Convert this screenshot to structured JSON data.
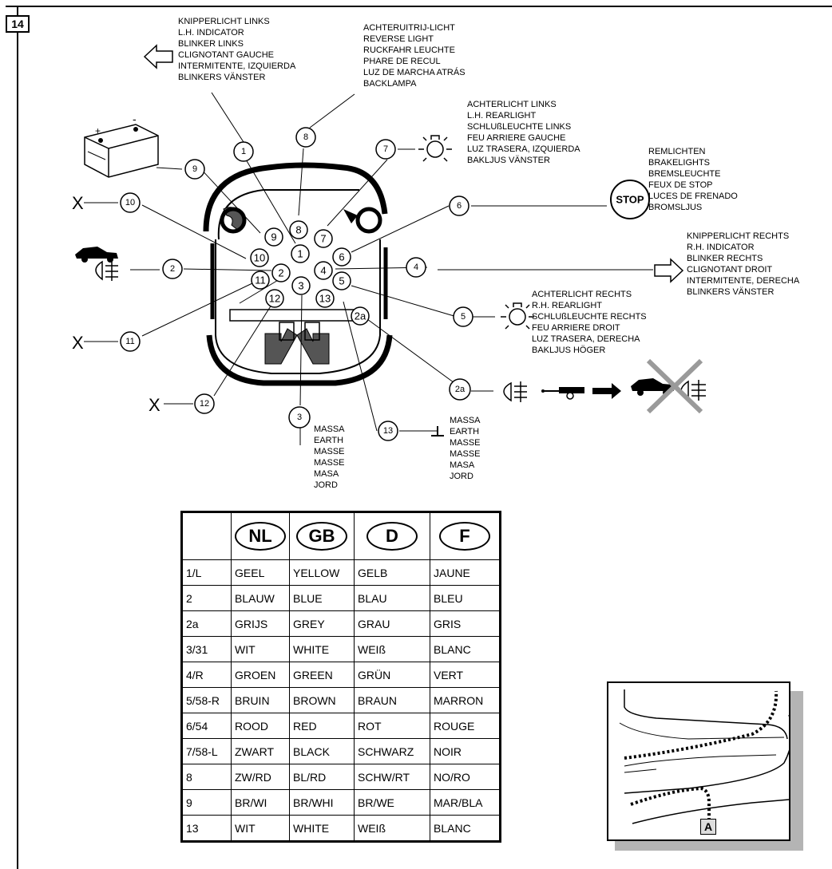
{
  "step_number": "14",
  "labels": {
    "left_indicator": [
      "KNIPPERLICHT LINKS",
      "L.H. INDICATOR",
      "BLINKER LINKS",
      "CLIGNOTANT GAUCHE",
      "INTERMITENTE, IZQUIERDA",
      "BLINKERS VÄNSTER"
    ],
    "reverse_light": [
      "ACHTERUITRIJ-LICHT",
      "REVERSE LIGHT",
      "RUCKFAHR LEUCHTE",
      "PHARE DE RECUL",
      "LUZ DE MARCHA ATRÁS",
      "BACKLAMPA"
    ],
    "left_rearlight": [
      "ACHTERLICHT LINKS",
      "L.H. REARLIGHT",
      "SCHLUßLEUCHTE LINKS",
      "FEU ARRIERE GAUCHE",
      "LUZ TRASERA, IZQUIERDA",
      "BAKLJUS VÄNSTER"
    ],
    "brakelights": [
      "REMLICHTEN",
      "BRAKELIGHTS",
      "BREMSLEUCHTE",
      "FEUX DE STOP",
      "LUCES DE FRENADO",
      "BROMSLJUS"
    ],
    "right_indicator": [
      "KNIPPERLICHT RECHTS",
      "R.H. INDICATOR",
      "BLINKER RECHTS",
      "CLIGNOTANT DROIT",
      "INTERMITENTE, DERECHA",
      "BLINKERS VÄNSTER"
    ],
    "right_rearlight": [
      "ACHTERLICHT RECHTS",
      "R.H. REARLIGHT",
      "SCHLUßLEUCHTE RECHTS",
      "FEU ARRIERE DROIT",
      "LUZ TRASERA, DERECHA",
      "BAKLJUS HÖGER"
    ],
    "earth_3": [
      "MASSA",
      "EARTH",
      "MASSE",
      "MASSE",
      "MASA",
      "JORD"
    ],
    "earth_13": [
      "MASSA",
      "EARTH",
      "MASSE",
      "MASSE",
      "MASA",
      "JORD"
    ]
  },
  "stop_sign": "STOP",
  "x_mark": "X",
  "pins": [
    "1",
    "2",
    "2a",
    "3",
    "4",
    "5",
    "6",
    "7",
    "8",
    "9",
    "10",
    "11",
    "12",
    "13"
  ],
  "inset_label": "A",
  "table": {
    "headers": [
      "",
      "NL",
      "GB",
      "D",
      "F"
    ],
    "rows": [
      [
        "1/L",
        "GEEL",
        "YELLOW",
        "GELB",
        "JAUNE"
      ],
      [
        "2",
        "BLAUW",
        "BLUE",
        "BLAU",
        "BLEU"
      ],
      [
        "2a",
        "GRIJS",
        "GREY",
        "GRAU",
        "GRIS"
      ],
      [
        "3/31",
        "WIT",
        "WHITE",
        "WEIß",
        "BLANC"
      ],
      [
        "4/R",
        "GROEN",
        "GREEN",
        "GRÜN",
        "VERT"
      ],
      [
        "5/58-R",
        "BRUIN",
        "BROWN",
        "BRAUN",
        "MARRON"
      ],
      [
        "6/54",
        "ROOD",
        "RED",
        "ROT",
        "ROUGE"
      ],
      [
        "7/58-L",
        "ZWART",
        "BLACK",
        "SCHWARZ",
        "NOIR"
      ],
      [
        "8",
        "ZW/RD",
        "BL/RD",
        "SCHW/RT",
        "NO/RO"
      ],
      [
        "9",
        "BR/WI",
        "BR/WHI",
        "BR/WE",
        "MAR/BLA"
      ],
      [
        "13",
        "WIT",
        "WHITE",
        "WEIß",
        "BLANC"
      ]
    ]
  },
  "colors": {
    "line": "#000000",
    "cross": "#9a9a9a",
    "shadow": "#b4b4b4"
  }
}
